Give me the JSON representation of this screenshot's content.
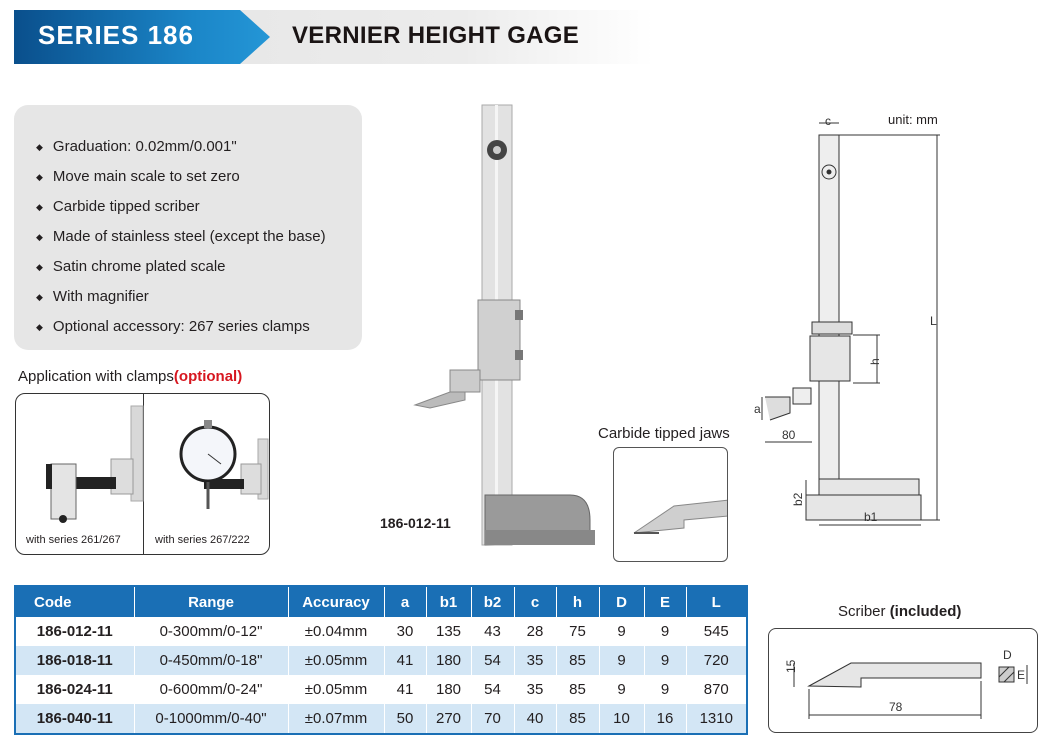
{
  "header": {
    "series": "SERIES 186",
    "title": "VERNIER HEIGHT GAGE"
  },
  "features": [
    "Graduation: 0.02mm/0.001\"",
    "Move main scale to set zero",
    "Carbide tipped scriber",
    "Made of stainless steel (except the base)",
    "Satin chrome plated scale",
    "With magnifier",
    "Optional accessory: 267 series clamps"
  ],
  "bullet": "◆",
  "application": {
    "title": "Application with clamps",
    "title_emph": "(optional)",
    "captions": [
      "with series 261/267",
      "with series 267/222"
    ]
  },
  "product_code": "186-012-11",
  "jaws_label": "Carbide tipped jaws",
  "diagram": {
    "unit": "unit: mm",
    "labels": {
      "c": "c",
      "L": "L",
      "h": "h",
      "a": "a",
      "w": "80",
      "b2": "b2",
      "b1": "b1"
    }
  },
  "table": {
    "headers": [
      "Code",
      "Range",
      "Accuracy",
      "a",
      "b1",
      "b2",
      "c",
      "h",
      "D",
      "E",
      "L"
    ],
    "rows": [
      [
        "186-012-11",
        "0-300mm/0-12\"",
        "±0.04mm",
        "30",
        "135",
        "43",
        "28",
        "75",
        "9",
        "9",
        "545"
      ],
      [
        "186-018-11",
        "0-450mm/0-18\"",
        "±0.05mm",
        "41",
        "180",
        "54",
        "35",
        "85",
        "9",
        "9",
        "720"
      ],
      [
        "186-024-11",
        "0-600mm/0-24\"",
        "±0.05mm",
        "41",
        "180",
        "54",
        "35",
        "85",
        "9",
        "9",
        "870"
      ],
      [
        "186-040-11",
        "0-1000mm/0-40\"",
        "±0.07mm",
        "50",
        "270",
        "70",
        "40",
        "85",
        "10",
        "16",
        "1310"
      ]
    ]
  },
  "scriber": {
    "title": "Scriber ",
    "title_emph": "(included)",
    "dims": {
      "h": "15",
      "len": "78",
      "D": "D",
      "E": "E"
    }
  },
  "colors": {
    "brand_blue": "#1a6fb5",
    "row_alt": "#d3e6f5",
    "accent_red": "#d7161f"
  }
}
